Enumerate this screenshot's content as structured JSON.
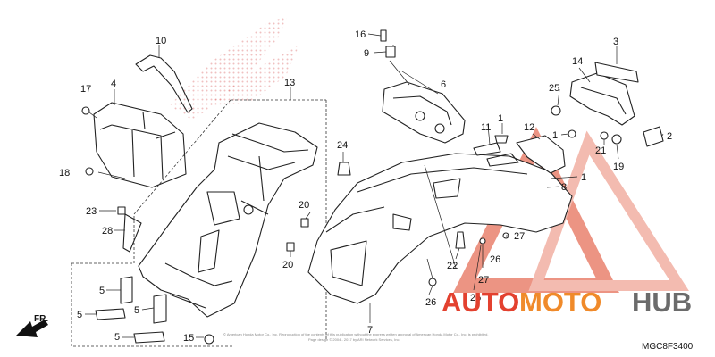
{
  "diagram": {
    "callouts": [
      {
        "id": "c1",
        "text": "10"
      },
      {
        "id": "c2",
        "text": "17"
      },
      {
        "id": "c3",
        "text": "4"
      },
      {
        "id": "c4",
        "text": "18"
      },
      {
        "id": "c5",
        "text": "13"
      },
      {
        "id": "c6",
        "text": "23"
      },
      {
        "id": "c7",
        "text": "28"
      },
      {
        "id": "c8",
        "text": "20"
      },
      {
        "id": "c9",
        "text": "20"
      },
      {
        "id": "c10",
        "text": "24"
      },
      {
        "id": "c11",
        "text": "16"
      },
      {
        "id": "c12",
        "text": "9"
      },
      {
        "id": "c13",
        "text": "6"
      },
      {
        "id": "c14",
        "text": "11"
      },
      {
        "id": "c15",
        "text": "1"
      },
      {
        "id": "c16",
        "text": "12"
      },
      {
        "id": "c17",
        "text": "3"
      },
      {
        "id": "c18",
        "text": "14"
      },
      {
        "id": "c19",
        "text": "25"
      },
      {
        "id": "c20",
        "text": "1"
      },
      {
        "id": "c21",
        "text": "2"
      },
      {
        "id": "c22",
        "text": "21"
      },
      {
        "id": "c23",
        "text": "19"
      },
      {
        "id": "c24",
        "text": "1"
      },
      {
        "id": "c25",
        "text": "8"
      },
      {
        "id": "c26",
        "text": "27"
      },
      {
        "id": "c27",
        "text": "26"
      },
      {
        "id": "c28",
        "text": "22"
      },
      {
        "id": "c29",
        "text": "27"
      },
      {
        "id": "c30",
        "text": "26"
      },
      {
        "id": "c31",
        "text": "26"
      },
      {
        "id": "c32",
        "text": "7"
      },
      {
        "id": "c33",
        "text": "5"
      },
      {
        "id": "c34",
        "text": "5"
      },
      {
        "id": "c35",
        "text": "5"
      },
      {
        "id": "c36",
        "text": "5"
      },
      {
        "id": "c37",
        "text": "15"
      }
    ],
    "direction_label": "FR.",
    "drawing_code": "MGC8F3400",
    "footer_text": [
      "© American Honda Motor Co., Inc. Reproduction of the contents of this publication without the express written approval of American Honda Motor Co., Inc. is prohibited.",
      "Page design © 2004 - 2017 by ARI Network Services, Inc."
    ]
  },
  "watermark": {
    "part_a": "AUTO",
    "part_b": "MOTO",
    "part_c": "HUB",
    "colors": {
      "red": "#e3412f",
      "orange": "#f08a2a",
      "gray": "#6b6b6b"
    }
  }
}
